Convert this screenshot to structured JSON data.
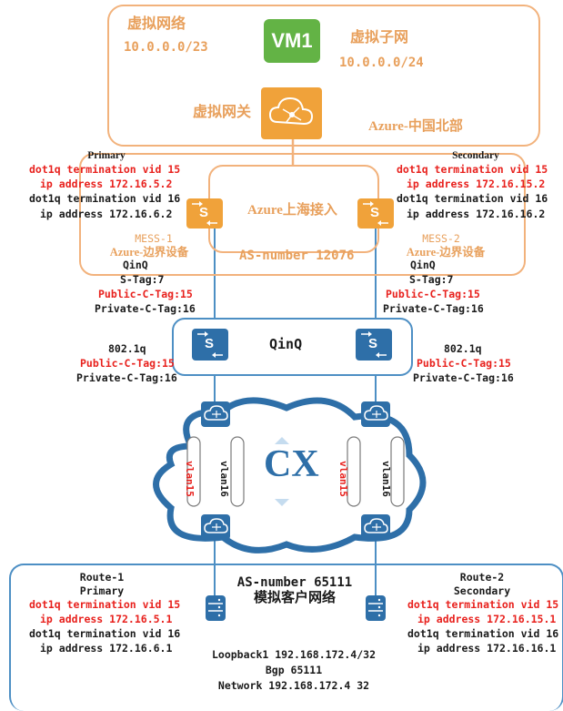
{
  "top": {
    "vnet_label": "虚拟网络",
    "vnet_cidr": "10.0.0.0/23",
    "vm_label": "VM1",
    "subnet_label": "虚拟子网",
    "subnet_cidr": "10.0.0.0/24",
    "gateway_label": "虚拟网关",
    "region_label": "Azure-中国北部"
  },
  "edge": {
    "primary_label": "Primary",
    "secondary_label": "Secondary",
    "left_line1": "dot1q termination vid 15",
    "left_line2": "ip address 172.16.5.2",
    "left_line3": "dot1q termination vid 16",
    "left_line4": "ip address 172.16.6.2",
    "right_line1": "dot1q termination vid 15",
    "right_line2": "ip address 172.16.15.2",
    "right_line3": "dot1q termination vid 16",
    "right_line4": "ip address 172.16.16.2",
    "center_title": "Azure上海接入",
    "mess1": "MESS-1",
    "mess1_desc": "Azure-边界设备",
    "mess2": "MESS-2",
    "mess2_desc": "Azure-边界设备",
    "as_number": "AS-number 12076",
    "switch_label": "S"
  },
  "qinq_tags": {
    "left_title": "QinQ",
    "left_stag": "S-Tag:7",
    "left_public": "Public-C-Tag:15",
    "left_private": "Private-C-Tag:16",
    "right_title": "QinQ",
    "right_stag": "S-Tag:7",
    "right_public": "Public-C-Tag:15",
    "right_private": "Private-C-Tag:16"
  },
  "qinq": {
    "label": "QinQ",
    "switch_label": "S"
  },
  "dot1q": {
    "left_title": "802.1q",
    "left_public": "Public-C-Tag:15",
    "left_private": "Private-C-Tag:16",
    "right_title": "802.1q",
    "right_public": "Public-C-Tag:15",
    "right_private": "Private-C-Tag:16"
  },
  "cx": {
    "label": "CX",
    "vlan15": "vlan15",
    "vlan6": "vlan16"
  },
  "customer": {
    "route1": "Route-1",
    "route1_role": "Primary",
    "route2": "Route-2",
    "route2_role": "Secondary",
    "as_number": "AS-number 65111",
    "network_name": "模拟客户网络",
    "left_line1": "dot1q termination vid 15",
    "left_line2": "ip address 172.16.5.1",
    "left_line3": "dot1q termination vid 16",
    "left_line4": "ip address 172.16.6.1",
    "right_line1": "dot1q termination vid 15",
    "right_line2": "ip address 172.16.15.1",
    "right_line3": "dot1q termination vid 16",
    "right_line4": "ip address 172.16.16.1",
    "loopback": "Loopback1 192.168.172.4/32",
    "bgp": "Bgp 65111",
    "network": "Network 192.168.172.4 32"
  },
  "colors": {
    "orange_border": "#f2b27c",
    "orange_fill": "#f0a23a",
    "green_vm": "#63b345",
    "blue_border": "#4d8fc4",
    "blue_switch": "#2e6fa8",
    "red_text": "#e8211d"
  }
}
